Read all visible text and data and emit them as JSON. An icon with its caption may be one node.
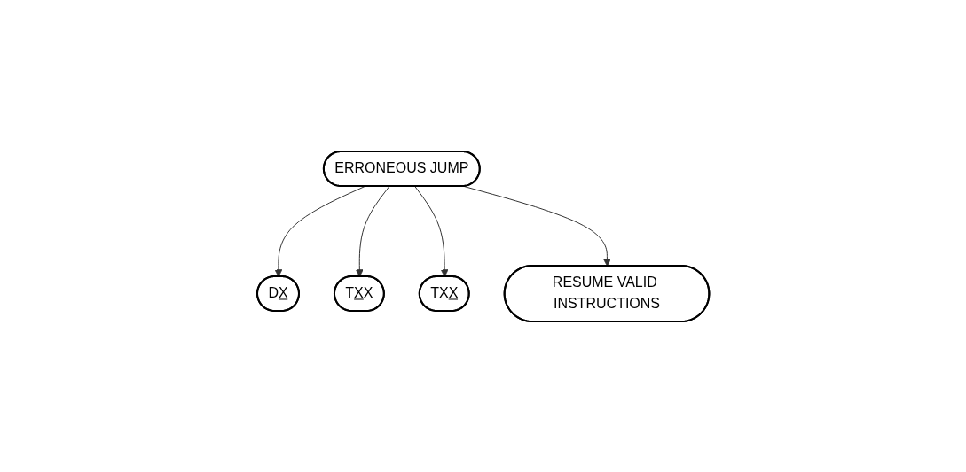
{
  "diagram": {
    "nodes": [
      {
        "text": [
          "ERRONEOUS JUMP"
        ]
      },
      {
        "text": [
          "DX"
        ]
      },
      {
        "text": [
          "TXX"
        ]
      },
      {
        "text": [
          "TXX"
        ]
      },
      {
        "text": [
          "RESUME VALID INSTRUCTIONS"
        ]
      }
    ],
    "edges": [
      {
        "from": 0,
        "to": 1,
        "arrow": "to"
      },
      {
        "from": 0,
        "to": 2,
        "arrow": "to"
      },
      {
        "from": 0,
        "to": 3,
        "arrow": "to"
      },
      {
        "from": 0,
        "to": 4,
        "arrow": "to"
      }
    ]
  }
}
